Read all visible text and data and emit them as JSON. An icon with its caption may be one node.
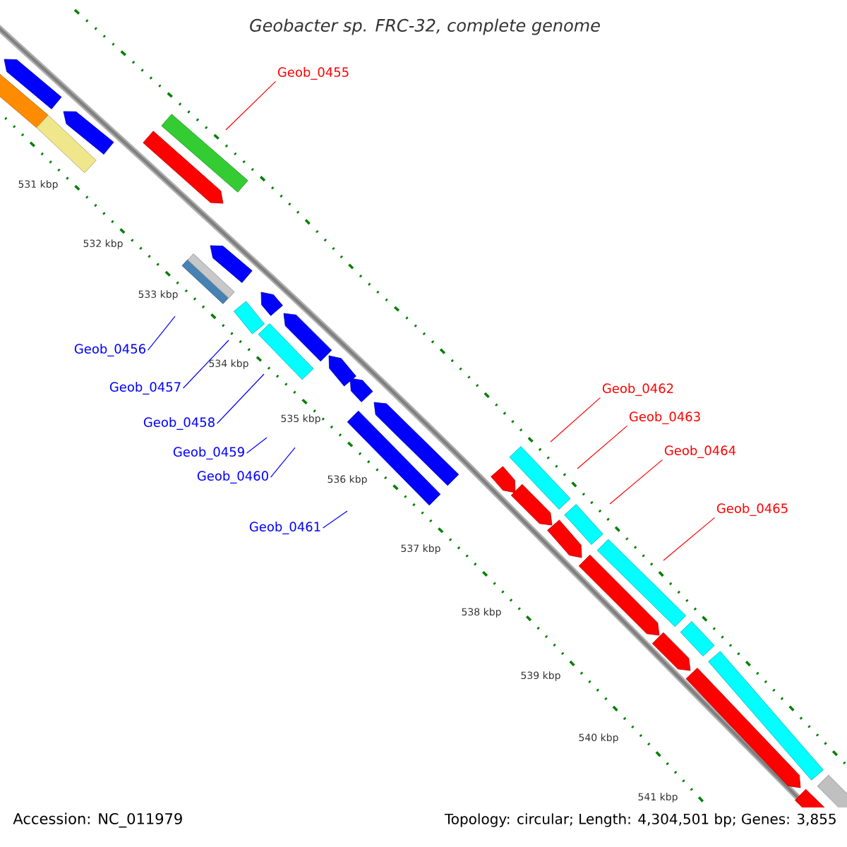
{
  "diagram": {
    "title": "Geobacter sp. FRC-32, complete genome",
    "nodes": [
      {
        "text": [
          "Geob_0455"
        ]
      },
      {
        "text": [
          "Geob_0456"
        ]
      },
      {
        "text": [
          "Geob_0457"
        ]
      },
      {
        "text": [
          "Geob_0458"
        ]
      },
      {
        "text": [
          "Geob_0459"
        ]
      },
      {
        "text": [
          "Geob_0460"
        ]
      },
      {
        "text": [
          "Geob_0461"
        ]
      },
      {
        "text": [
          "Geob_0462"
        ]
      },
      {
        "text": [
          "Geob_0463"
        ]
      },
      {
        "text": [
          "Geob_0464"
        ]
      },
      {
        "text": [
          "Geob_0465"
        ]
      }
    ],
    "edges": [
      {
        "from": 0,
        "to": null,
        "arrow": "none",
        "color": "#ff0000"
      },
      {
        "from": 1,
        "to": null,
        "arrow": "none"
      },
      {
        "from": 2,
        "to": null,
        "arrow": "none"
      },
      {
        "from": 3,
        "to": null,
        "arrow": "none"
      },
      {
        "from": 4,
        "to": null,
        "arrow": "none"
      },
      {
        "from": 5,
        "to": null,
        "arrow": "none"
      },
      {
        "from": 6,
        "to": null,
        "arrow": "none"
      },
      {
        "from": 7,
        "to": null,
        "arrow": "none",
        "color": "#ff0000"
      },
      {
        "from": 8,
        "to": null,
        "arrow": "none",
        "color": "#ff0000"
      },
      {
        "from": 9,
        "to": null,
        "arrow": "none",
        "color": "#ff0000"
      },
      {
        "from": 10,
        "to": null,
        "arrow": "none",
        "color": "#ff0000"
      }
    ],
    "labels": [
      "531 kbp",
      "532 kbp",
      "533 kbp",
      "534 kbp",
      "535 kbp",
      "536 kbp",
      "537 kbp",
      "538 kbp",
      "539 kbp",
      "540 kbp",
      "541 kbp",
      "Accession: NC_011979",
      "Topology: circular; Length: 4,304,501 bp; Genes: 3,855"
    ]
  }
}
